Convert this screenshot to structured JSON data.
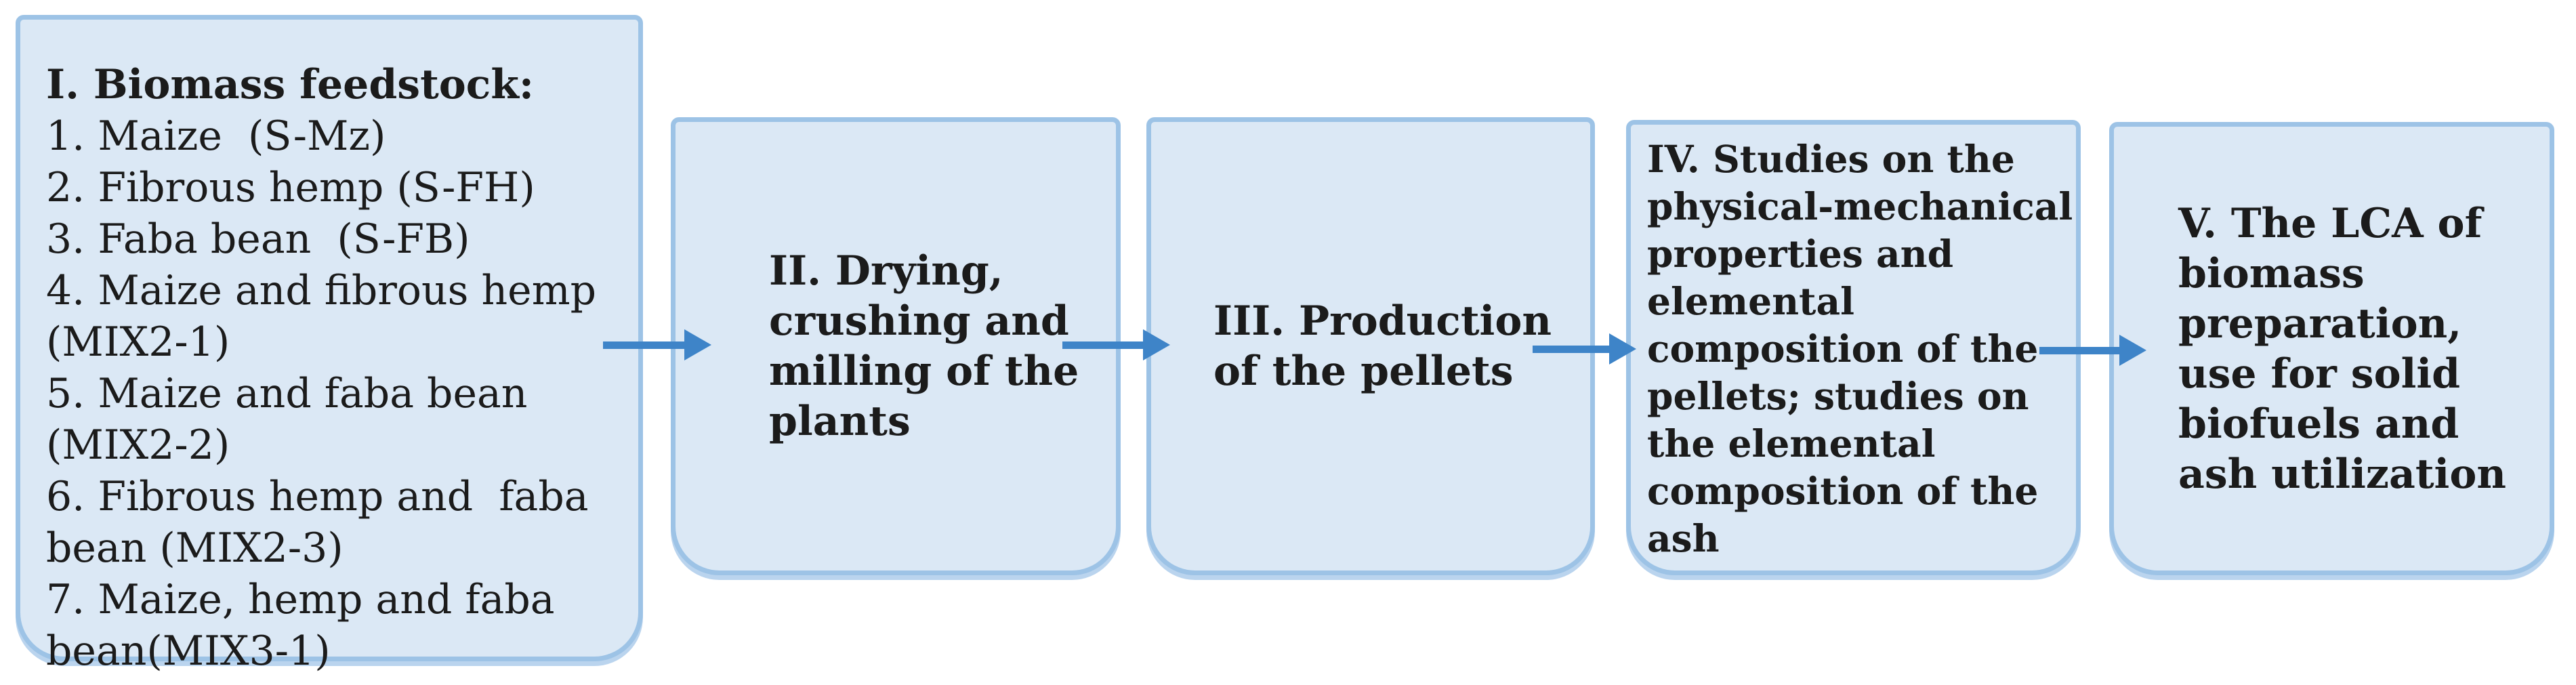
{
  "diagram": {
    "type": "flowchart",
    "colors": {
      "page_bg": "#ffffff",
      "box_fill": "#dbe8f5",
      "box_border": "#9dc3e6",
      "arrow_color": "#3e84c8",
      "text_color": "#1b1b1b"
    },
    "boxes": [
      {
        "id": "I",
        "title_line": "I. Biomass feedstock:",
        "lines": [
          "1. Maize  (S-Mz)",
          "2. Fibrous hemp (S-FH)",
          "3. Faba bean  (S-FB)",
          "4. Maize and fibrous hemp",
          "(MIX2-1)",
          "5. Maize and faba bean",
          "(MIX2-2)",
          "6. Fibrous hemp and  faba",
          "bean (MIX2-3)",
          "7. Maize, hemp and faba",
          "bean(MIX3-1)"
        ]
      },
      {
        "id": "II",
        "lines": [
          "II. Drying,",
          "crushing and",
          "milling of the",
          "plants"
        ]
      },
      {
        "id": "III",
        "lines": [
          "III. Production",
          "of the pellets"
        ]
      },
      {
        "id": "IV",
        "lines": [
          "IV. Studies on the",
          "physical-mechanical",
          "properties and",
          "elemental",
          "composition of the",
          "pellets; studies on",
          "the elemental",
          "composition of the",
          "ash"
        ]
      },
      {
        "id": "V",
        "lines": [
          "V. The LCA of",
          "biomass",
          "preparation,",
          "use for solid",
          "biofuels and",
          "ash utilization"
        ]
      }
    ],
    "arrows": [
      {
        "from": "I",
        "to": "II"
      },
      {
        "from": "II",
        "to": "III"
      },
      {
        "from": "III",
        "to": "IV"
      },
      {
        "from": "IV",
        "to": "V"
      }
    ]
  }
}
